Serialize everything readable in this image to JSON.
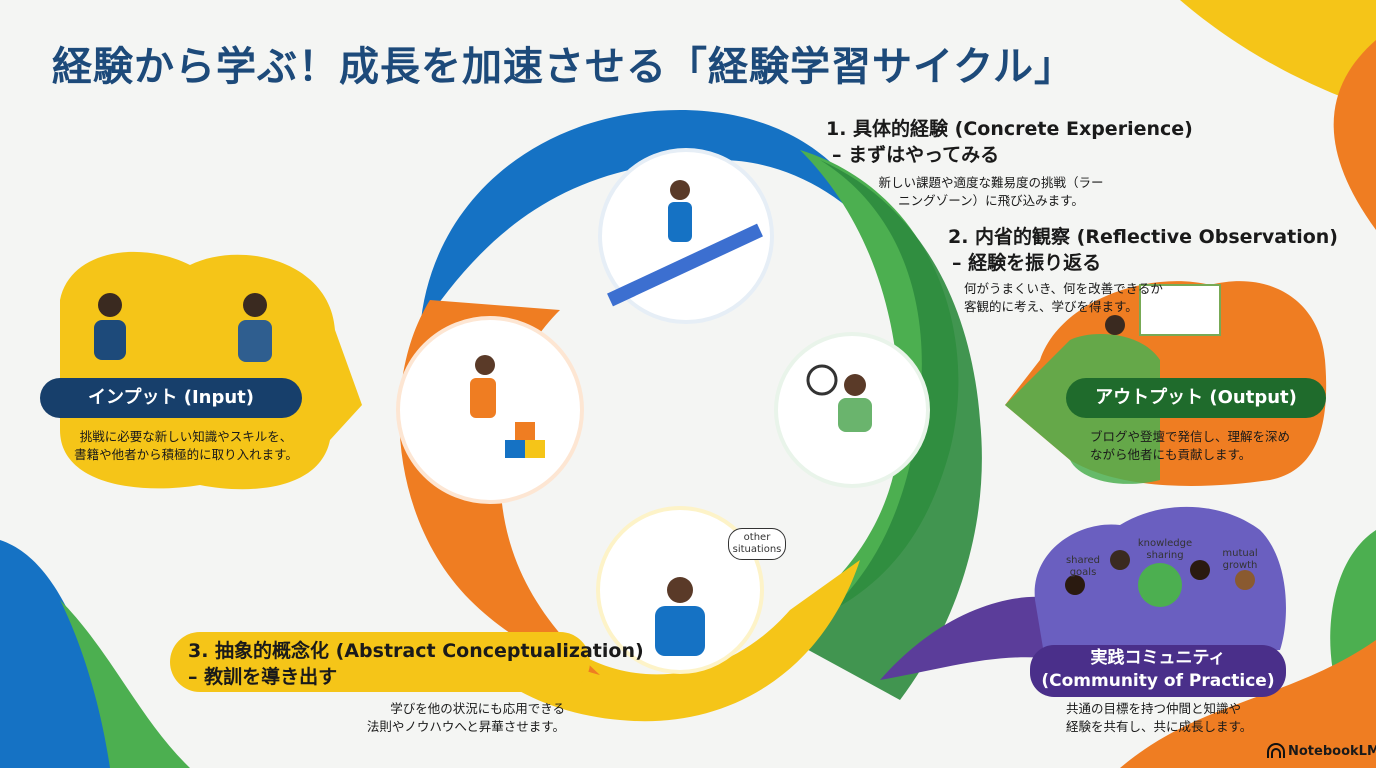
{
  "title": "経験から学ぶ！成長を加速させる「経験学習サイクル」",
  "stages": [
    {
      "heading": "1. 具体的経験 (Concrete Experience)",
      "sub": "– まずはやってみる",
      "desc_lines": [
        "新しい課題や適度な難易度の挑戦（ラー",
        "ニングゾーン）に飛び込みます。"
      ]
    },
    {
      "heading": "2. 内省的観察 (Reflective Observation)",
      "sub": "– 経験を振り返る",
      "desc_lines": [
        "何がうまくいき、何を改善できるか",
        "客観的に考え、学びを得ます。"
      ]
    },
    {
      "heading": "3. 抽象的概念化 (Abstract Conceptualization)",
      "sub": "– 教訓を導き出す",
      "desc_lines": [
        "学びを他の状況にも応用できる",
        "法則やノウハウへと昇華させます。"
      ]
    }
  ],
  "input": {
    "label": "インプット (Input)",
    "desc_lines": [
      "挑戦に必要な新しい知識やスキルを、",
      "書籍や他者から積極的に取り入れます。"
    ]
  },
  "output": {
    "label": "アウトプット (Output)",
    "desc_lines": [
      "ブログや登壇で発信し、理解を深め",
      "ながら他者にも貢献します。"
    ]
  },
  "community": {
    "label_line1": "実践コミュニティ",
    "label_line2": "(Community of Practice)",
    "desc_lines": [
      "共通の目標を持つ仲間と知識や",
      "経験を共有し、共に成長します。"
    ],
    "icons": [
      {
        "icon": "target-icon",
        "label": "shared goals"
      },
      {
        "icon": "handshake-icon",
        "label": "knowledge sharing"
      },
      {
        "icon": "growth-icon",
        "label": "mutual growth"
      }
    ]
  },
  "illustration_labels": {
    "other_situations": "other situations"
  },
  "brand": "NotebookLM",
  "colors": {
    "blue": "#1572c4",
    "green": "#4caf50",
    "dark_green": "#2e8b3e",
    "yellow": "#f5c518",
    "orange": "#ef7d22",
    "purple": "#5b3d9a",
    "navy": "#173f6b",
    "title": "#1d4a7a"
  }
}
